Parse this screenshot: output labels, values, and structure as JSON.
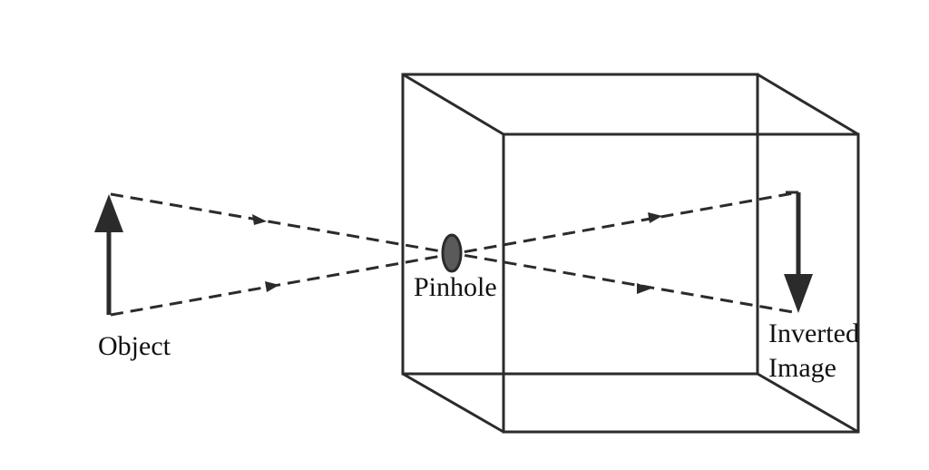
{
  "labels": {
    "object": "Object",
    "pinhole": "Pinhole",
    "inverted_line1": "Inverted",
    "inverted_line2": "Image"
  },
  "colors": {
    "line": "#2b2b2b",
    "pinhole_fill": "#5a5a5a"
  }
}
